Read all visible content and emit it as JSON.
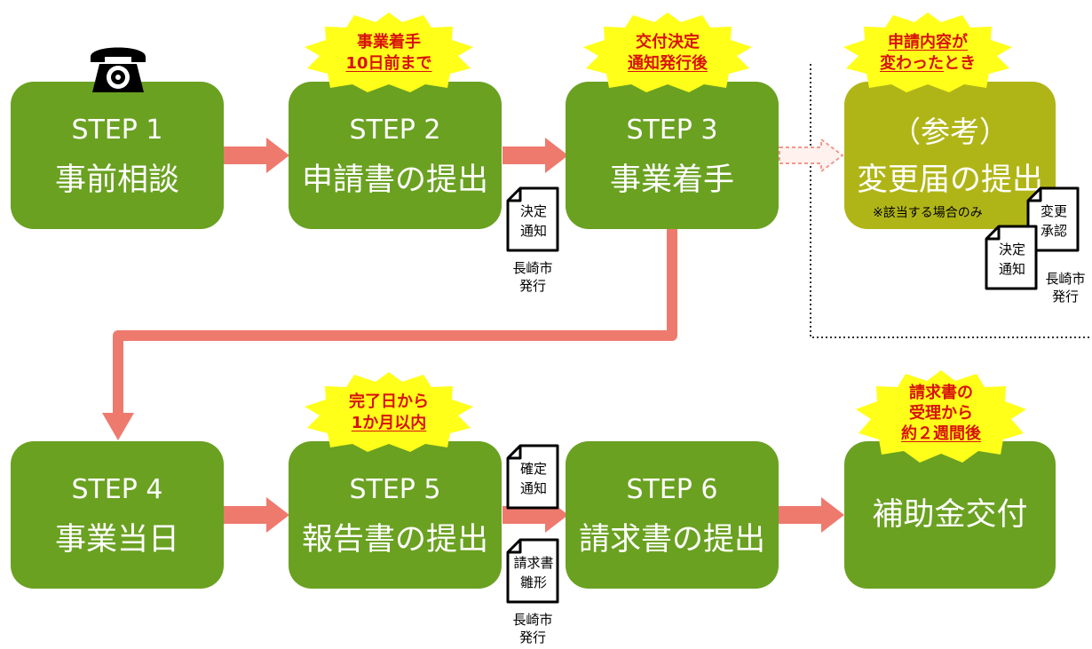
{
  "colors": {
    "box_green": "#6aa121",
    "box_olive": "#b0b517",
    "badge_yellow": "#ffff1a",
    "badge_text": "#d8120c",
    "arrow": "#ee7a6e",
    "flow_line": "#ee7a6e"
  },
  "icons": {
    "phone": "telephone-icon",
    "document": "document-icon"
  },
  "steps": [
    {
      "step": "STEP 1",
      "name": "事前相談"
    },
    {
      "step": "STEP 2",
      "name": "申請書の提出"
    },
    {
      "step": "STEP 3",
      "name": "事業着手"
    },
    {
      "step": "STEP 4",
      "name": "事業当日"
    },
    {
      "step": "STEP 5",
      "name": "報告書の提出"
    },
    {
      "step": "STEP 6",
      "name": "請求書の提出"
    }
  ],
  "reference": {
    "title": "（参考）",
    "name": "変更届の提出",
    "note": "※該当する場合のみ"
  },
  "final": {
    "name": "補助金交付"
  },
  "badges": {
    "step2": {
      "line1": "事業着手",
      "line2": "10日前まで"
    },
    "step3": {
      "line1": "交付決定",
      "line2": "通知発行後"
    },
    "reference": {
      "line1": "申請内容が",
      "line2_u": "変わった",
      "line2_rest": "とき"
    },
    "step5": {
      "line1": "完了日から",
      "line2": "1か月以内"
    },
    "final": {
      "line1": "請求書の",
      "line2": "受理から",
      "line3": "約２週間後"
    }
  },
  "documents": {
    "kettei_tsuchi": {
      "line1": "決定",
      "line2": "通知"
    },
    "henko_shonin": {
      "line1": "変更",
      "line2": "承認"
    },
    "kakutei_tsuchi": {
      "line1": "確定",
      "line2": "通知"
    },
    "seikyusho_hinagata": {
      "line1": "請求書",
      "line2": "雛形"
    }
  },
  "issuer": {
    "line1": "長崎市",
    "line2": "発行"
  }
}
